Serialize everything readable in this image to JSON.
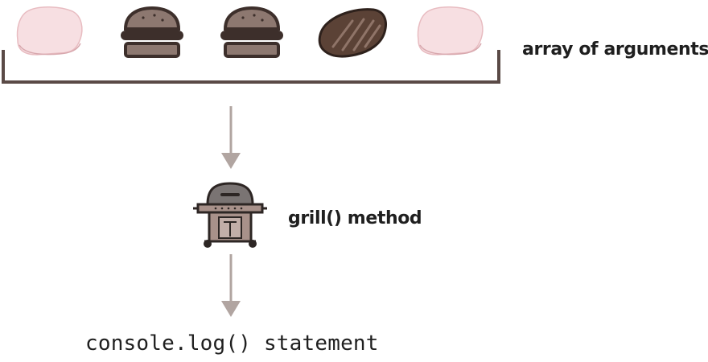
{
  "diagram": {
    "items": [
      {
        "icon": "raw-meat-icon"
      },
      {
        "icon": "burger-patty-icon"
      },
      {
        "icon": "burger-patty-icon"
      },
      {
        "icon": "grilled-steak-icon"
      },
      {
        "icon": "raw-meat-icon"
      }
    ],
    "array_label": "array of arguments",
    "method_label": "grill() method",
    "method_icon": "grill-icon",
    "output_label": "console.log() statement",
    "colors": {
      "raw_meat": "#f7dfe2",
      "outline": "#3e2e2a",
      "bun": "#8d7870",
      "bun_dark": "#3d2f2b",
      "steak": "#5b4236",
      "bracket": "#5a4a46",
      "arrow": "#b1a5a1",
      "grill_lid": "#7a7473",
      "grill_body": "#a8918a"
    }
  }
}
